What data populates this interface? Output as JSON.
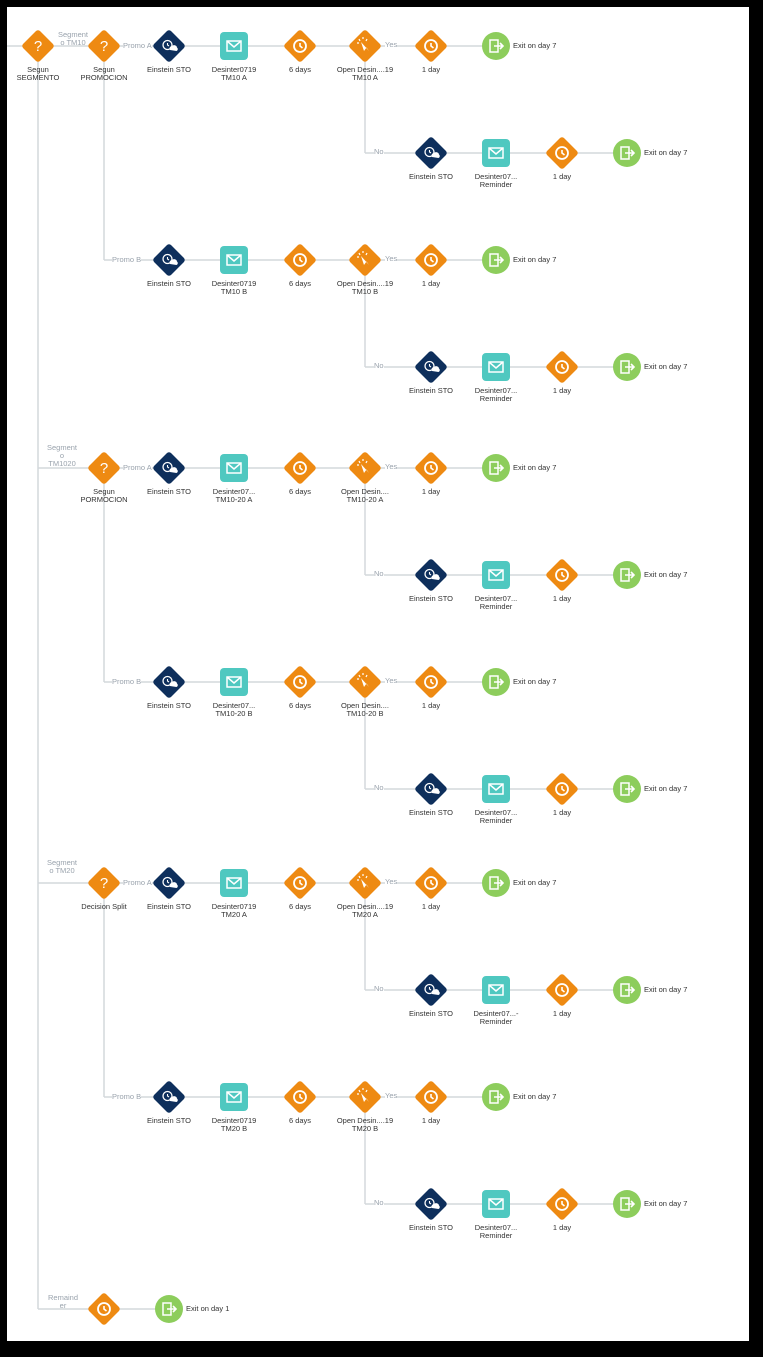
{
  "colors": {
    "line": "#d4d8dc",
    "orange": "#ee8a12",
    "navy": "#0e2f5c",
    "teal": "#4fc8c0",
    "green": "#8dcd5c",
    "labelGray": "#9aa3ad",
    "text": "#333333"
  },
  "root": {
    "label": [
      "Segun",
      "SEGMENTO"
    ],
    "icon": "question-icon"
  },
  "segments": [
    {
      "branchLabel": [
        "Segment",
        "o TM10"
      ],
      "decision": [
        "Segun",
        "PROMOCION"
      ],
      "paths": [
        {
          "branch": "Promo A",
          "sto": "Einstein STO",
          "email": [
            "Desinter0719",
            "TM10 A"
          ],
          "wait": "6 days",
          "eng": [
            "Open Desin....19",
            "TM10 A"
          ],
          "yes": "Yes",
          "yesWait": "1 day",
          "exit": "Exit on day 7",
          "no": "No",
          "noSto": "Einstein STO",
          "noEmail": [
            "Desinter07...",
            "Reminder"
          ],
          "noWait": "1 day",
          "noExit": "Exit on day 7"
        },
        {
          "branch": "Promo B",
          "sto": "Einstein STO",
          "email": [
            "Desinter0719",
            "TM10 B"
          ],
          "wait": "6 days",
          "eng": [
            "Open Desin....19",
            "TM10 B"
          ],
          "yes": "Yes",
          "yesWait": "1 day",
          "exit": "Exit on day 7",
          "no": "No",
          "noSto": "Einstein STO",
          "noEmail": [
            "Desinter07...",
            "Reminder"
          ],
          "noWait": "1 day",
          "noExit": "Exit on day 7"
        }
      ]
    },
    {
      "branchLabel": [
        "Segment",
        "o",
        "TM1020"
      ],
      "decision": [
        "Segun",
        "PORMOCION"
      ],
      "paths": [
        {
          "branch": "Promo A",
          "sto": "Einstein STO",
          "email": [
            "Desinter07...",
            "TM10-20 A"
          ],
          "wait": "6 days",
          "eng": [
            "Open Desin....",
            "TM10-20 A"
          ],
          "yes": "Yes",
          "yesWait": "1 day",
          "exit": "Exit on day 7",
          "no": "No",
          "noSto": "Einstein STO",
          "noEmail": [
            "Desinter07...",
            "Reminder"
          ],
          "noWait": "1 day",
          "noExit": "Exit on day 7"
        },
        {
          "branch": "Promo B",
          "sto": "Einstein STO",
          "email": [
            "Desinter07...",
            "TM10-20 B"
          ],
          "wait": "6 days",
          "eng": [
            "Open Desin....",
            "TM10-20 B"
          ],
          "yes": "Yes",
          "yesWait": "1 day",
          "exit": "Exit on day 7",
          "no": "No",
          "noSto": "Einstein STO",
          "noEmail": [
            "Desinter07...",
            "Reminder"
          ],
          "noWait": "1 day",
          "noExit": "Exit on day 7"
        }
      ]
    },
    {
      "branchLabel": [
        "Segment",
        "o TM20"
      ],
      "decision": [
        "Decision Split"
      ],
      "paths": [
        {
          "branch": "Promo A",
          "sto": "Einstein STO",
          "email": [
            "Desinter0719",
            "TM20 A"
          ],
          "wait": "6 days",
          "eng": [
            "Open Desin....19",
            "TM20 A"
          ],
          "yes": "Yes",
          "yesWait": "1 day",
          "exit": "Exit on day 7",
          "no": "No",
          "noSto": "Einstein STO",
          "noEmail": [
            "Desinter07...-",
            "Reminder"
          ],
          "noWait": "1 day",
          "noExit": "Exit on day 7"
        },
        {
          "branch": "Promo B",
          "sto": "Einstein STO",
          "email": [
            "Desinter0719",
            "TM20 B"
          ],
          "wait": "6 days",
          "eng": [
            "Open Desin....19",
            "TM20 B"
          ],
          "yes": "Yes",
          "yesWait": "1 day",
          "exit": "Exit on day 7",
          "no": "No",
          "noSto": "Einstein STO",
          "noEmail": [
            "Desinter07...",
            "Reminder"
          ],
          "noWait": "1 day",
          "noExit": "Exit on day 7"
        }
      ]
    }
  ],
  "remainder": {
    "branchLabel": [
      "Remaind",
      "er"
    ],
    "exit": "Exit on day 1"
  }
}
